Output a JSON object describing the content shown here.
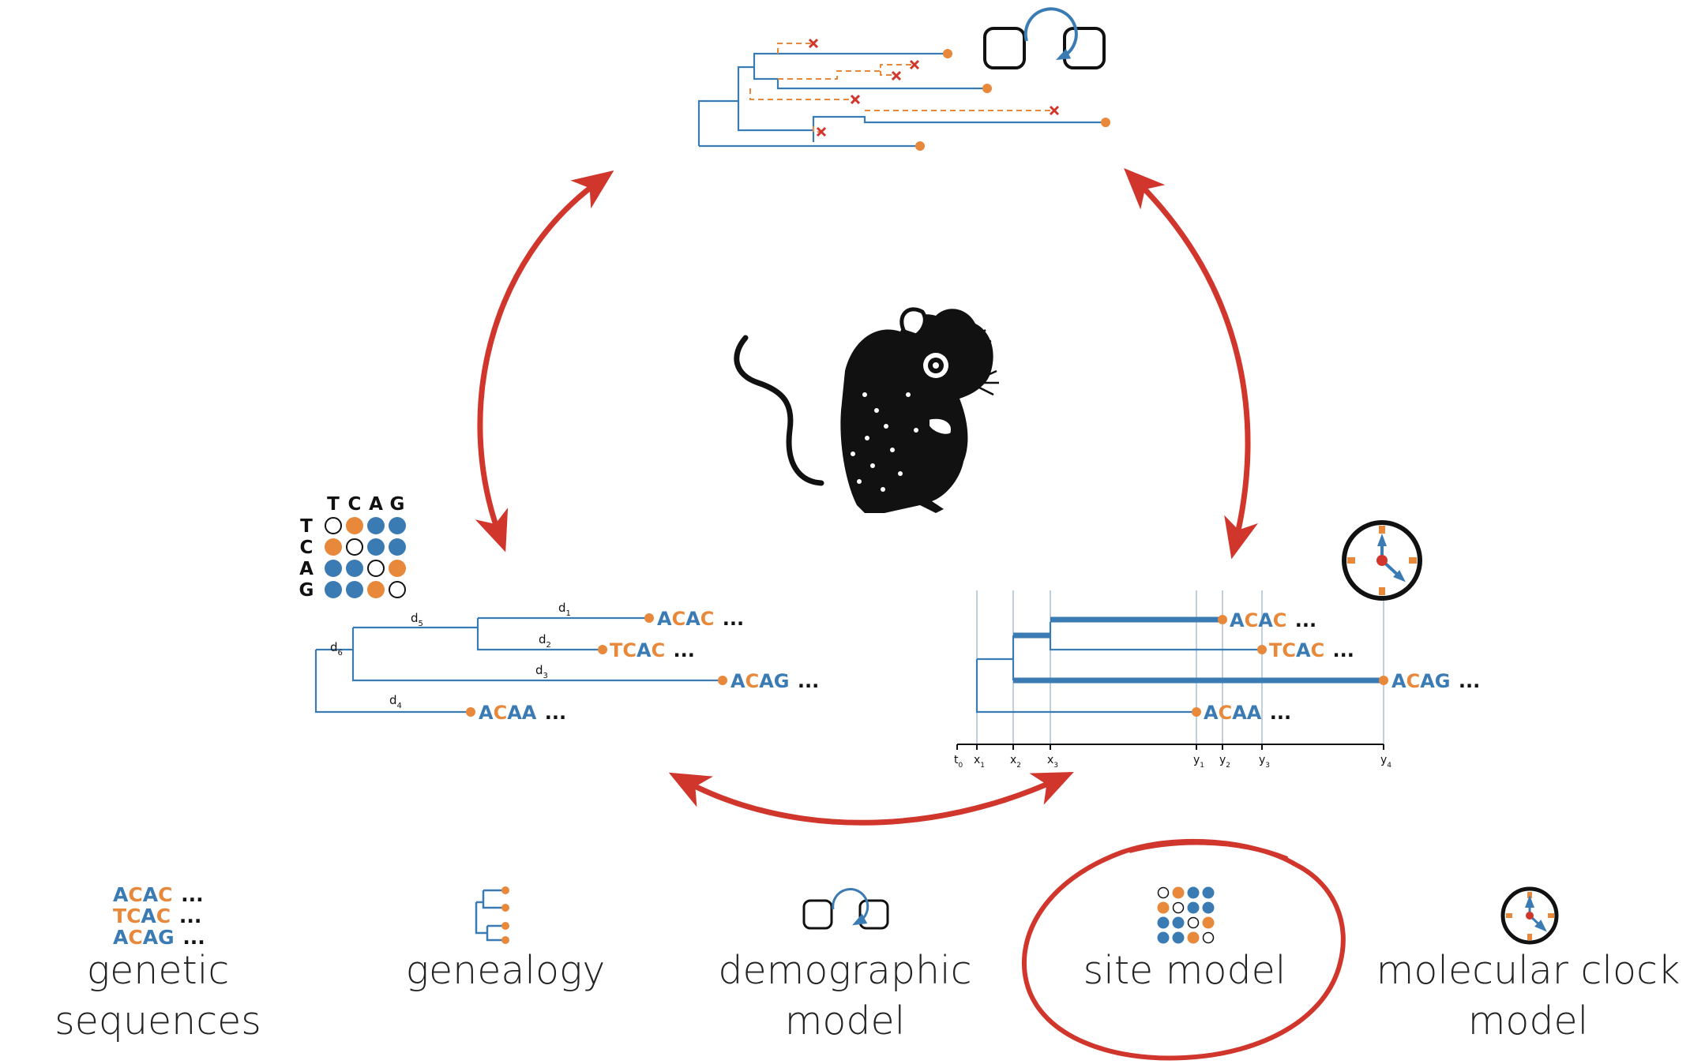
{
  "colors": {
    "blue": "#3b7bb4",
    "orange": "#e8883a",
    "red": "#d0362b",
    "black": "#111111"
  },
  "substitution_matrix": {
    "bases": [
      "T",
      "C",
      "A",
      "G"
    ],
    "cells": [
      [
        "open",
        "orange",
        "blue",
        "blue"
      ],
      [
        "orange",
        "open",
        "blue",
        "blue"
      ],
      [
        "blue",
        "blue",
        "open",
        "orange"
      ],
      [
        "blue",
        "blue",
        "orange",
        "open"
      ]
    ]
  },
  "left_tree": {
    "branch_labels": [
      {
        "main": "d",
        "sub": "1"
      },
      {
        "main": "d",
        "sub": "2"
      },
      {
        "main": "d",
        "sub": "3"
      },
      {
        "main": "d",
        "sub": "4"
      },
      {
        "main": "d",
        "sub": "5"
      },
      {
        "main": "d",
        "sub": "6"
      }
    ],
    "tips": [
      {
        "seq": "ACAC",
        "pattern": [
          "blue",
          "orange",
          "blue",
          "orange"
        ],
        "ellipsis": "..."
      },
      {
        "seq": "TCAC",
        "pattern": [
          "orange",
          "orange",
          "blue",
          "orange"
        ],
        "ellipsis": "..."
      },
      {
        "seq": "ACAG",
        "pattern": [
          "blue",
          "orange",
          "blue",
          "blue"
        ],
        "ellipsis": "..."
      },
      {
        "seq": "ACAA",
        "pattern": [
          "blue",
          "orange",
          "blue",
          "blue"
        ],
        "ellipsis": "..."
      }
    ]
  },
  "right_tree": {
    "axis_ticks": [
      {
        "main": "t",
        "sub": "0"
      },
      {
        "main": "x",
        "sub": "1"
      },
      {
        "main": "x",
        "sub": "2"
      },
      {
        "main": "x",
        "sub": "3"
      },
      {
        "main": "y",
        "sub": "1"
      },
      {
        "main": "y",
        "sub": "2"
      },
      {
        "main": "y",
        "sub": "3"
      },
      {
        "main": "y",
        "sub": "4"
      }
    ],
    "tips": [
      {
        "seq": "ACAC",
        "pattern": [
          "blue",
          "orange",
          "blue",
          "orange"
        ],
        "ellipsis": "..."
      },
      {
        "seq": "TCAC",
        "pattern": [
          "orange",
          "orange",
          "blue",
          "orange"
        ],
        "ellipsis": "..."
      },
      {
        "seq": "ACAG",
        "pattern": [
          "blue",
          "orange",
          "blue",
          "blue"
        ],
        "ellipsis": "..."
      },
      {
        "seq": "ACAA",
        "pattern": [
          "blue",
          "orange",
          "blue",
          "blue"
        ],
        "ellipsis": "..."
      }
    ]
  },
  "legend": {
    "sequences_icon": [
      {
        "seq": "ACAC",
        "pattern": [
          "blue",
          "orange",
          "blue",
          "orange"
        ],
        "ellipsis": "..."
      },
      {
        "seq": "TCAC",
        "pattern": [
          "orange",
          "orange",
          "blue",
          "orange"
        ],
        "ellipsis": "..."
      },
      {
        "seq": "ACAG",
        "pattern": [
          "blue",
          "orange",
          "blue",
          "blue"
        ],
        "ellipsis": "..."
      }
    ],
    "items": [
      {
        "line1": "genetic",
        "line2": "sequences"
      },
      {
        "line1": "genealogy",
        "line2": ""
      },
      {
        "line1": "demographic",
        "line2": "model"
      },
      {
        "line1": "site model",
        "line2": ""
      },
      {
        "line1": "molecular clock",
        "line2": "model"
      }
    ],
    "highlighted": "site model"
  }
}
